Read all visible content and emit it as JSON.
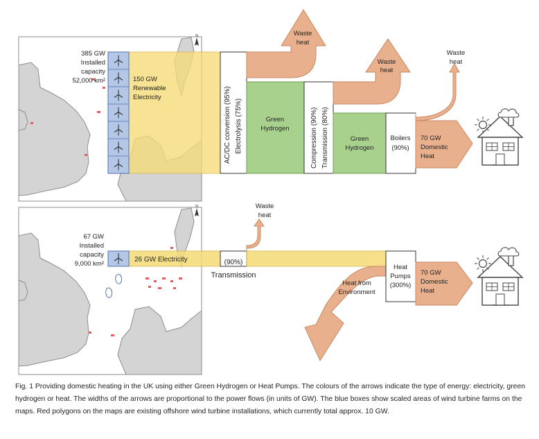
{
  "colors": {
    "electricity": "#f5dc76",
    "electricity_edge": "#d9b64a",
    "hydrogen": "#a9d18e",
    "hydrogen_edge": "#6f9c52",
    "heat": "#e9b08d",
    "heat_edge": "#c98860",
    "turbine_box": "#b4c7e7",
    "turbine_box_edge": "#4f6fa8",
    "map_sea": "#ffffff",
    "map_land": "#d4d4d4",
    "map_border": "#8c8c8c",
    "wind_farm": "#e06060"
  },
  "icons": [
    "wind-turbine-icon",
    "house-icon",
    "sun-icon",
    "cloud-icon",
    "north-arrow-icon"
  ],
  "hydrogen_route": {
    "turbines": {
      "capacity": "385 GW",
      "line2": "Installed",
      "line3": "capacity",
      "area": "52,000 km²"
    },
    "renewable": {
      "line1": "150 GW",
      "line2": "Renewable",
      "line3": "Electricity"
    },
    "conversion": {
      "line1": "AC/DC conversion (95%)",
      "line2": "Electrolysis (75%)"
    },
    "green_hydrogen_1": {
      "line1": "Green",
      "line2": "Hydrogen"
    },
    "compression": {
      "line1": "Compression (90%)",
      "line2": "Transmission (80%)"
    },
    "green_hydrogen_2": {
      "line1": "Green",
      "line2": "Hydrogen"
    },
    "boilers": {
      "line1": "Boilers",
      "line2": "(90%)"
    },
    "domestic": {
      "line1": "70 GW",
      "line2": "Domestic",
      "line3": "Heat"
    },
    "waste_heat_1": {
      "line1": "Waste",
      "line2": "heat"
    },
    "waste_heat_2": {
      "line1": "Waste",
      "line2": "heat"
    },
    "waste_heat_3": {
      "line1": "Waste",
      "line2": "heat"
    }
  },
  "heat_pump_route": {
    "turbines": {
      "capacity": "67 GW",
      "line2": "Installed",
      "line3": "capacity",
      "area": "9,000 km²"
    },
    "electricity": {
      "label": "26 GW Electricity"
    },
    "transmission": {
      "line1": "(90%)",
      "line2": "Transmission"
    },
    "waste_heat": {
      "line1": "Waste",
      "line2": "heat"
    },
    "environment": {
      "line1": "Heat from",
      "line2": "Environment"
    },
    "heat_pumps": {
      "line1": "Heat",
      "line2": "Pumps",
      "line3": "(300%)"
    },
    "domestic": {
      "line1": "70 GW",
      "line2": "Domestic",
      "line3": "Heat"
    }
  },
  "caption": "Fig. 1 Providing domestic heating in the UK using either Green Hydrogen or Heat Pumps. The colours of the arrows indicate the type of energy: electricity, green hydrogen or heat. The widths of the arrows are proportional to the power flows (in units of GW). The blue boxes show scaled areas of wind turbine farms on the maps. Red polygons on the maps are existing offshore wind turbine installations, which currently total approx. 10 GW."
}
